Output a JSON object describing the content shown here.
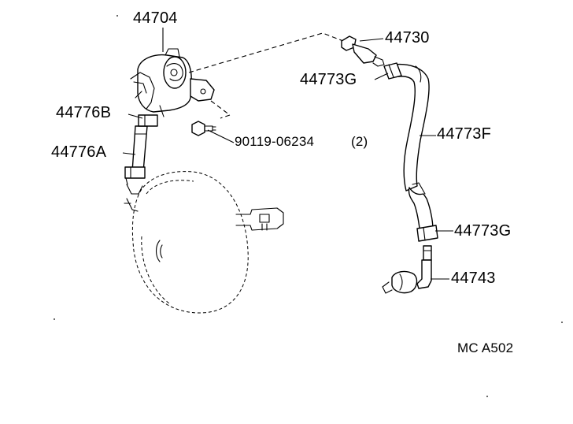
{
  "labels": {
    "p44704": "44704",
    "p44730": "44730",
    "p44773g_top": "44773G",
    "p44776b": "44776B",
    "p44776a": "44776A",
    "p90119": "90119-06234",
    "p90119_qty": "(2)",
    "p44773f": "44773F",
    "p44773g_bottom": "44773G",
    "p44743": "44743"
  },
  "figure_code": "MC A502"
}
